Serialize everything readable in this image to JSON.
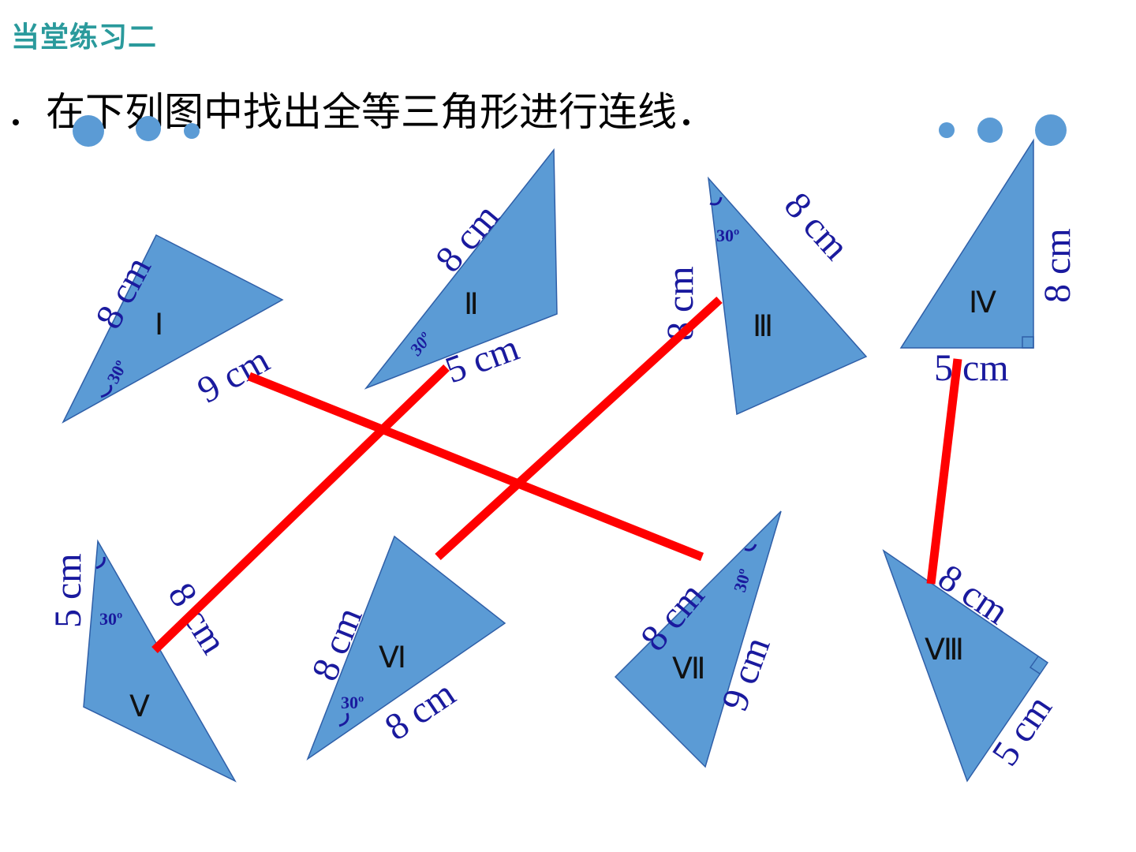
{
  "header": {
    "section_title": "当堂练习二",
    "instruction": "．在下列图中找出全等三角形进行连线．"
  },
  "colors": {
    "triangle_fill": "#5b9bd5",
    "triangle_stroke": "#2f5fa8",
    "label_color": "#1a1a9e",
    "line_color": "#ff0000",
    "title_color": "#2a9a9c"
  },
  "triangles": [
    {
      "id": "I",
      "numeral": "Ⅰ",
      "side_a": "8 cm",
      "side_b": "9 cm",
      "angle": "30º"
    },
    {
      "id": "II",
      "numeral": "Ⅱ",
      "side_a": "8 cm",
      "side_b": "5 cm",
      "angle": "30º"
    },
    {
      "id": "III",
      "numeral": "Ⅲ",
      "side_a": "8 cm",
      "side_b": "8 cm",
      "angle": "30º"
    },
    {
      "id": "IV",
      "numeral": "Ⅳ",
      "side_a": "8 cm",
      "side_b": "5 cm"
    },
    {
      "id": "V",
      "numeral": "Ⅴ",
      "side_a": "5 cm",
      "side_b": "8 cm",
      "angle": "30º"
    },
    {
      "id": "VI",
      "numeral": "Ⅵ",
      "side_a": "8 cm",
      "side_b": "8 cm",
      "angle": "30º"
    },
    {
      "id": "VII",
      "numeral": "Ⅶ",
      "side_a": "8 cm",
      "side_b": "9 cm",
      "angle": "30º"
    },
    {
      "id": "VIII",
      "numeral": "Ⅷ",
      "side_a": "8 cm",
      "side_b": "5 cm"
    }
  ],
  "matches": [
    {
      "from": "I",
      "to": "VII"
    },
    {
      "from": "II",
      "to": "V"
    },
    {
      "from": "III",
      "to": "VI"
    },
    {
      "from": "IV",
      "to": "VIII"
    }
  ]
}
